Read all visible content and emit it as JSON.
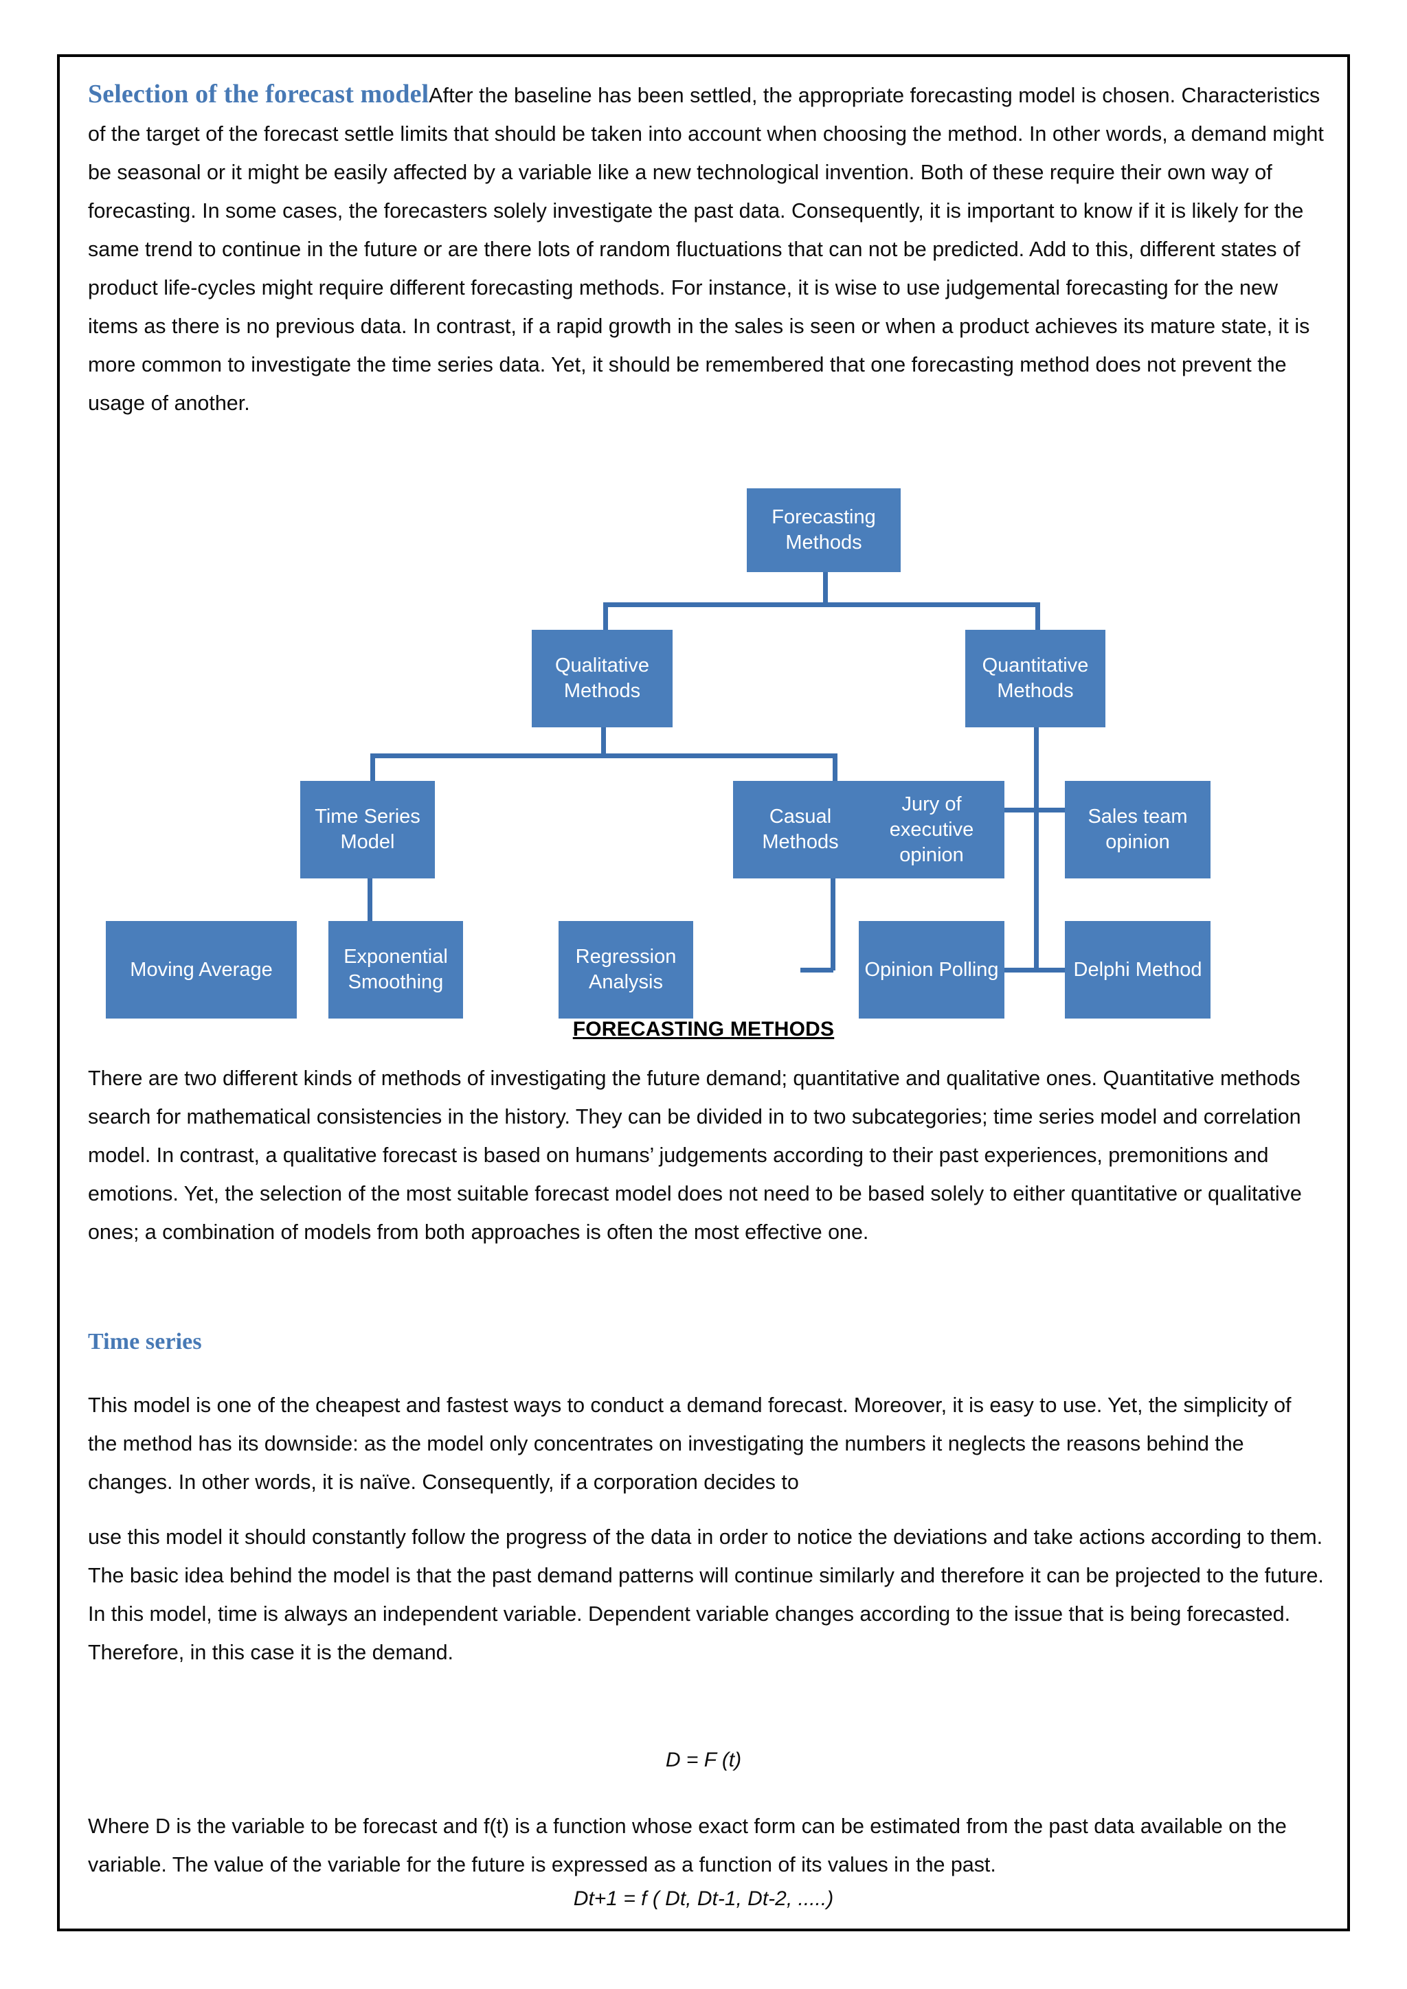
{
  "document": {
    "section_heading": "Selection of the forecast model",
    "paragraph_1": "After the baseline has been settled, the appropriate forecasting model is chosen. Characteristics of the target of the forecast settle limits that should be taken into account when choosing the method. In other words, a demand might be seasonal or it might be easily affected by a variable like a new technological invention. Both of these require their own way of forecasting. In some cases, the forecasters solely investigate the past data. Consequently, it is important to know if it is likely for the same trend to continue in the future or are there lots of random fluctuations that can not be predicted. Add to this, different states of product life-cycles might require different forecasting methods. For instance, it is wise to use judgemental forecasting for the new items as there is no previous data. In contrast, if a rapid growth in the sales is seen or when a product achieves its mature state, it is more common to investigate the time series data. Yet, it should be remembered that one forecasting method does not prevent the usage of another.",
    "figure_caption": "FORECASTING METHODS",
    "paragraph_2": "There are two different kinds of methods of investigating the future demand; quantitative and qualitative ones. Quantitative methods search for mathematical consistencies in the history. They can be divided in to two subcategories; time series model and correlation model. In contrast, a qualitative forecast is based on humans’ judgements according to their past experiences, premonitions and emotions. Yet, the selection of the most suitable forecast model does not need to be based solely to either quantitative or qualitative ones; a combination of models from both approaches is often the most effective one.",
    "subsection_heading": "Time series",
    "paragraph_3": "This model is one of the cheapest and fastest ways to conduct a demand forecast. Moreover, it is easy to use. Yet, the simplicity of the method has its downside: as the model only concentrates on investigating the numbers it neglects the reasons behind the changes. In other words, it is naïve. Consequently, if a corporation decides to",
    "paragraph_4": "use this model it should constantly follow the progress of the data in order to notice the deviations and take actions according to them. The basic idea behind the model is that the past demand patterns will continue similarly and therefore it can be projected to the future. In this model, time is always an independent variable. Dependent variable changes according to the issue that is being forecasted. Therefore, in this case it is the demand.",
    "formula_1": "D = F (t)",
    "paragraph_5": "Where D is the variable to be forecast and f(t) is a function whose exact form can be estimated from the past data available on the variable. The value of the variable for the future is expressed as a function of its values in the past.",
    "formula_2": "Dt+1 = f ( Dt, Dt-1, Dt-2, .....)"
  },
  "colors": {
    "heading_blue": "#4779b5",
    "node_fill": "#4a7ebb",
    "node_text": "#ffffff",
    "connector": "#3c6fae",
    "body_text": "#0d0d0d",
    "page_border": "#000000"
  },
  "chart_data": {
    "type": "diagram",
    "title": "FORECASTING METHODS",
    "nodes": [
      {
        "id": "root",
        "label": "Forecasting Methods",
        "level": 0
      },
      {
        "id": "qual",
        "label": "Qualitative Methods",
        "level": 1
      },
      {
        "id": "quant",
        "label": "Quantitative Methods",
        "level": 1
      },
      {
        "id": "tsm",
        "label": "Time Series Model",
        "level": 2
      },
      {
        "id": "casual",
        "label": "Casual Methods",
        "level": 2
      },
      {
        "id": "jury",
        "label": "Jury of executive opinion",
        "level": 2
      },
      {
        "id": "sales",
        "label": "Sales team opinion",
        "level": 2
      },
      {
        "id": "movavg",
        "label": "Moving Average",
        "level": 3
      },
      {
        "id": "expsmooth",
        "label": "Exponential Smoothing",
        "level": 3
      },
      {
        "id": "regression",
        "label": "Regression Analysis",
        "level": 3
      },
      {
        "id": "polling",
        "label": "Opinion Polling",
        "level": 3
      },
      {
        "id": "delphi",
        "label": "Delphi Method",
        "level": 3
      }
    ],
    "edges": [
      [
        "root",
        "qual"
      ],
      [
        "root",
        "quant"
      ],
      [
        "qual",
        "tsm"
      ],
      [
        "qual",
        "casual"
      ],
      [
        "quant",
        "jury"
      ],
      [
        "quant",
        "sales"
      ],
      [
        "quant",
        "polling"
      ],
      [
        "quant",
        "delphi"
      ],
      [
        "tsm",
        "movavg"
      ],
      [
        "tsm",
        "expsmooth"
      ],
      [
        "casual",
        "regression"
      ]
    ]
  }
}
